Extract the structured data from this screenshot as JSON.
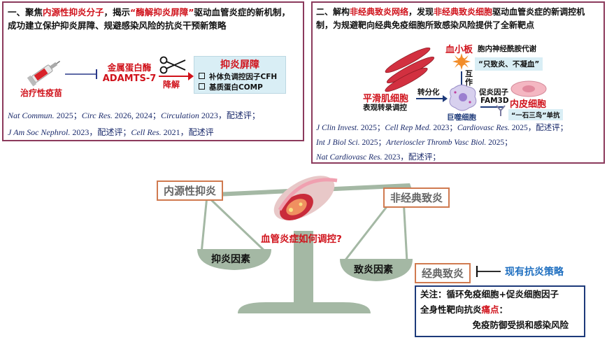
{
  "left_panel": {
    "title_parts": [
      "一、聚焦",
      "内源性抑炎分子",
      "，揭示",
      "“酶解抑炎屏障”",
      "驱动血管炎症的新机制，"
    ],
    "title_line2": "成功建立保护抑炎屏障、规避感染风险的抗炎干预新策略",
    "vaccine_label": "治疗性疫苗",
    "enzyme_label_1": "金属蛋白酶",
    "enzyme_label_2": "ADAMTS-7",
    "cleave_label": "降解",
    "barrier_title": "抑炎屏障",
    "barrier_items": [
      "补体负调控因子CFH",
      "基质蛋白COMP"
    ],
    "refs": [
      {
        "line": [
          "Nat Commun.",
          " 2025；",
          "Circ Res.",
          " 2026, 2024；",
          "Circulation",
          " 2023，配述评；"
        ]
      },
      {
        "line": [
          "J Am Soc Nephrol.",
          " 2023，配述评；",
          "Cell Res.",
          " 2021，配述评",
          "",
          ""
        ]
      }
    ]
  },
  "right_panel": {
    "title_parts": [
      "二、解构",
      "非经典致炎网络",
      "，发现",
      "非经典致炎细胞",
      "驱动血管炎症的新调控机"
    ],
    "title_line2": "制，为规避靶向经典免疫细胞所致感染风险提供了全新靶点",
    "platelet_label": "血小板",
    "platelet_note": "胞内神经酰胺代谢",
    "platelet_quote": "“只致炎、不凝血”",
    "interact_label": "互作",
    "smc_label": "平滑肌细胞",
    "smc_note": "表观转录调控",
    "transdiff_label": "转分化",
    "macrophage_label": "巨噬细胞",
    "cytokine_label": "促炎因子",
    "fam3d_label": "FAM3D",
    "endo_label": "内皮细胞",
    "antibody_label": "“一石三鸟”单抗",
    "refs": [
      {
        "line": [
          "J Clin Invest.",
          " 2025；",
          "Cell Rep Med.",
          " 2023；",
          "Cardiovasc Res.",
          " 2025，配述评；"
        ]
      },
      {
        "line": [
          "Int J Biol Sci.",
          " 2025；",
          "Arterioscler Thromb Vasc Biol.",
          " 2025；",
          "",
          ""
        ]
      },
      {
        "line": [
          "Nat Cardiovasc Res.",
          " 2023，配述评；",
          "",
          "",
          "",
          ""
        ]
      }
    ]
  },
  "scale": {
    "left_tag": "内源性抑炎",
    "right_tag": "非经典致炎",
    "center_question": "血管炎症如何调控?",
    "left_pan": "抑炎因素",
    "right_pan": "致炎因素",
    "classic_tag": "经典致炎",
    "strategy_label": "现有抗炎策略"
  },
  "note_box": {
    "line1": "关注：循环免疫细胞+促炎细胞因子",
    "line2_a": "全身性靶向抗炎",
    "line2_b": "痛点",
    "line2_c": "：",
    "line3": "免疫防御受损和感染风险"
  },
  "colors": {
    "accent_red": "#d0121b",
    "panel_border": "#8b3a5c",
    "scale_green": "#a4b8a4",
    "ref_blue": "#1a2a6b",
    "strategy_blue": "#1f6fc0"
  }
}
